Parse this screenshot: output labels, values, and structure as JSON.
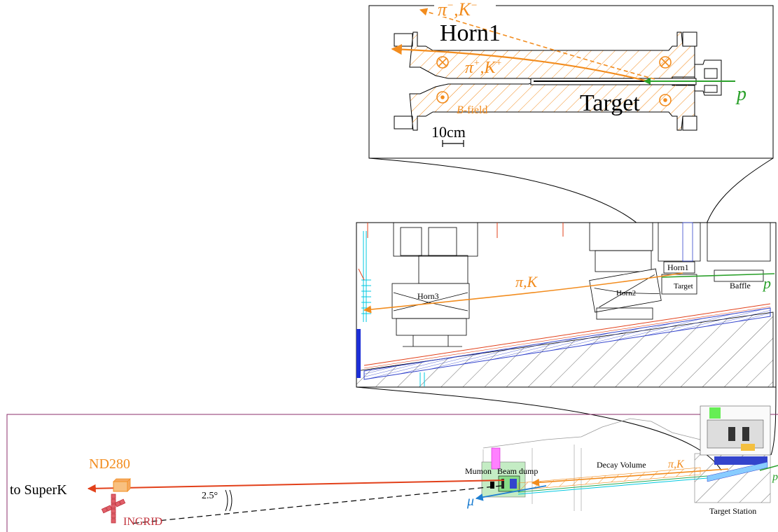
{
  "colors": {
    "proton": "#2aa02a",
    "pion_kaon": "#f28c1e",
    "muon": "#1f7fd1",
    "neutrino_beam": "#e2401a",
    "nd280": "#f28c1e",
    "ingrid": "#c0303a",
    "frame_outline": "#8b2c6b",
    "hatch": "#f28c1e",
    "decay_pipe_blue": "#3344cc",
    "cyan": "#00c8e0",
    "magenta": "#ff40ff"
  },
  "top_inset": {
    "horn_title": "Horn1",
    "pion_minus": "π",
    "pion_minus_sup": "−",
    "kaon_minus": "K",
    "kaon_minus_sup": "−",
    "pion_plus": "π",
    "pion_plus_sup": "+",
    "kaon_plus": "K",
    "kaon_plus_sup": "+",
    "b_field": "B",
    "b_field_suffix": "-field",
    "target": "Target",
    "proton": "p",
    "scale": "10cm"
  },
  "middle_inset": {
    "horn3": "Horn3",
    "horn2": "Horn2",
    "horn1": "Horn1",
    "target": "Target",
    "baffle": "Baffle",
    "pi_k": "π,K",
    "proton": "p"
  },
  "bottom_panel": {
    "to_superk": "to SuperK",
    "nd280": "ND280",
    "ingrid": "INGRID",
    "angle": "2.5°",
    "mumon": "Mumon",
    "beam_dump": "Beam dump",
    "decay_volume": "Decay Volume",
    "pi_k": "π,K",
    "muon": "μ",
    "target_station": "Target Station",
    "proton": "p"
  }
}
